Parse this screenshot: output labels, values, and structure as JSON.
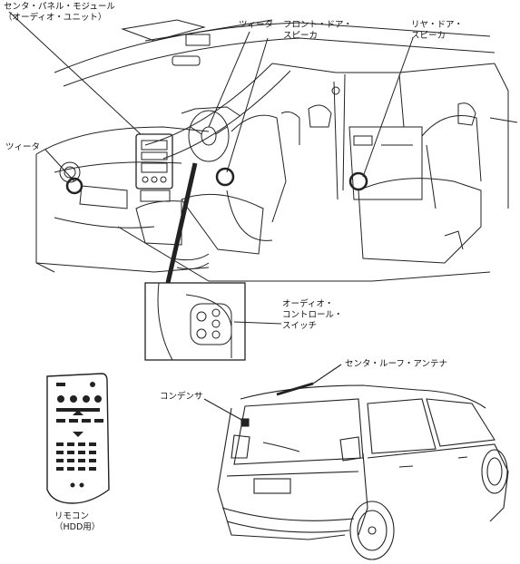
{
  "labels": {
    "center_panel_line1": "センタ・パネル・モジュール",
    "center_panel_line2": "（オーディオ・ユニット）",
    "tweeter_left": "ツィータ",
    "tweeter_top": "ツィータ",
    "front_door_speaker_line1": "フロント・ドア・",
    "front_door_speaker_line2": "スピーカ",
    "rear_door_speaker_line1": "リヤ・ドア・",
    "rear_door_speaker_line2": "スピーカ",
    "audio_switch_line1": "オーディオ・",
    "audio_switch_line2": "コントロール・",
    "audio_switch_line3": "スイッチ",
    "roof_antenna": "センタ・ルーフ・アンテナ",
    "condenser": "コンデンサ",
    "remote_line1": "リモコン",
    "remote_line2": "（HDD用）"
  }
}
